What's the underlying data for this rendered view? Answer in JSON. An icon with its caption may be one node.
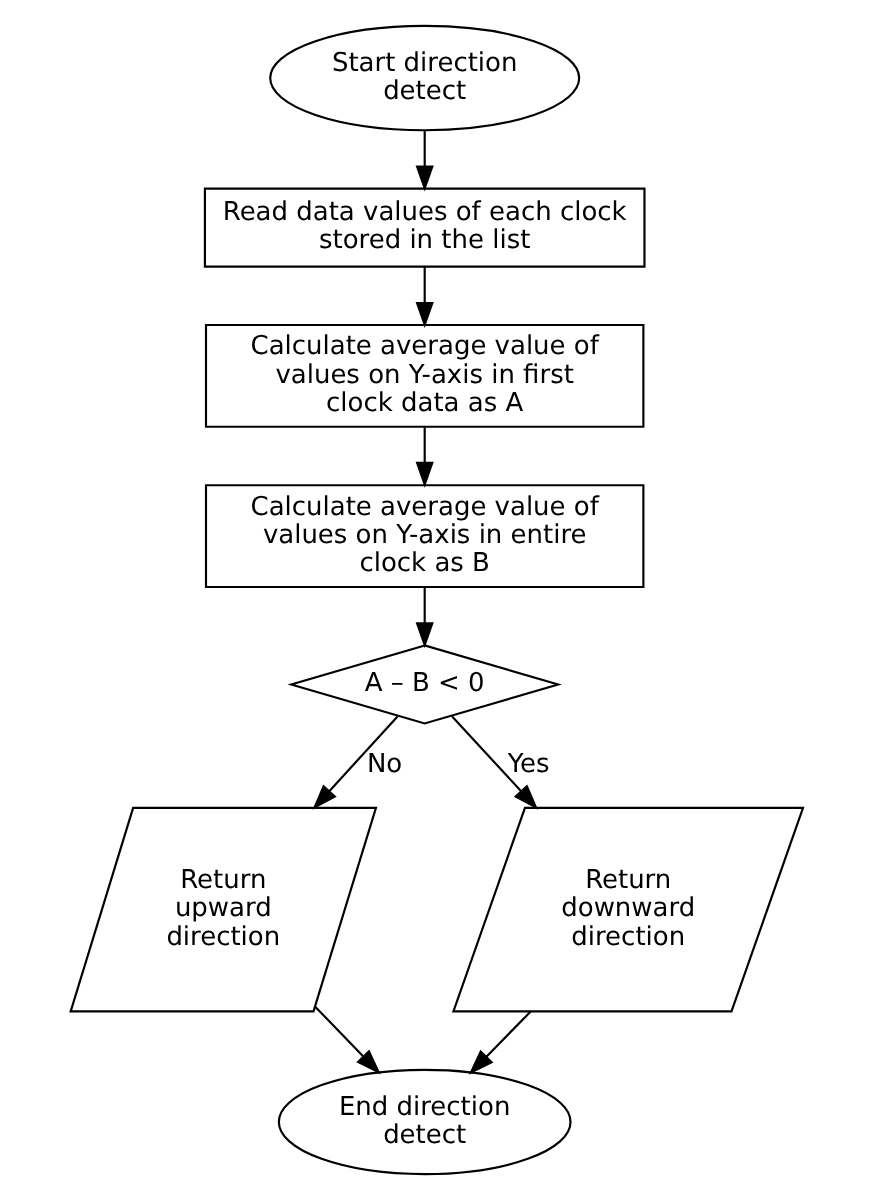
{
  "diagram": {
    "nodes": [
      {
        "text": [
          "Start direction detect"
        ]
      },
      {
        "text": [
          "Read data values of each clock stored in the list"
        ]
      },
      {
        "text": [
          "Calculate average value of values on Y-axis in first clock data as A"
        ]
      },
      {
        "text": [
          "Calculate average value of values on Y-axis in entire clock as B"
        ]
      },
      {
        "text": [
          "A – B < 0"
        ]
      },
      {
        "text": [
          "Return upward direction"
        ]
      },
      {
        "text": [
          "Return downward direction"
        ]
      },
      {
        "text": [
          "End direction detect"
        ]
      }
    ],
    "edges": [
      {
        "from": 0,
        "to": 1,
        "arrow": "to"
      },
      {
        "from": 1,
        "to": 2,
        "arrow": "to"
      },
      {
        "from": 2,
        "to": 3,
        "arrow": "to"
      },
      {
        "from": 3,
        "to": 4,
        "arrow": "to"
      },
      {
        "from": 4,
        "to": 5,
        "arrow": "to",
        "label": "No"
      },
      {
        "from": 4,
        "to": 6,
        "arrow": "to",
        "label": "Yes"
      },
      {
        "from": 5,
        "to": 7,
        "arrow": "to"
      },
      {
        "from": 6,
        "to": 7,
        "arrow": "to"
      }
    ]
  }
}
